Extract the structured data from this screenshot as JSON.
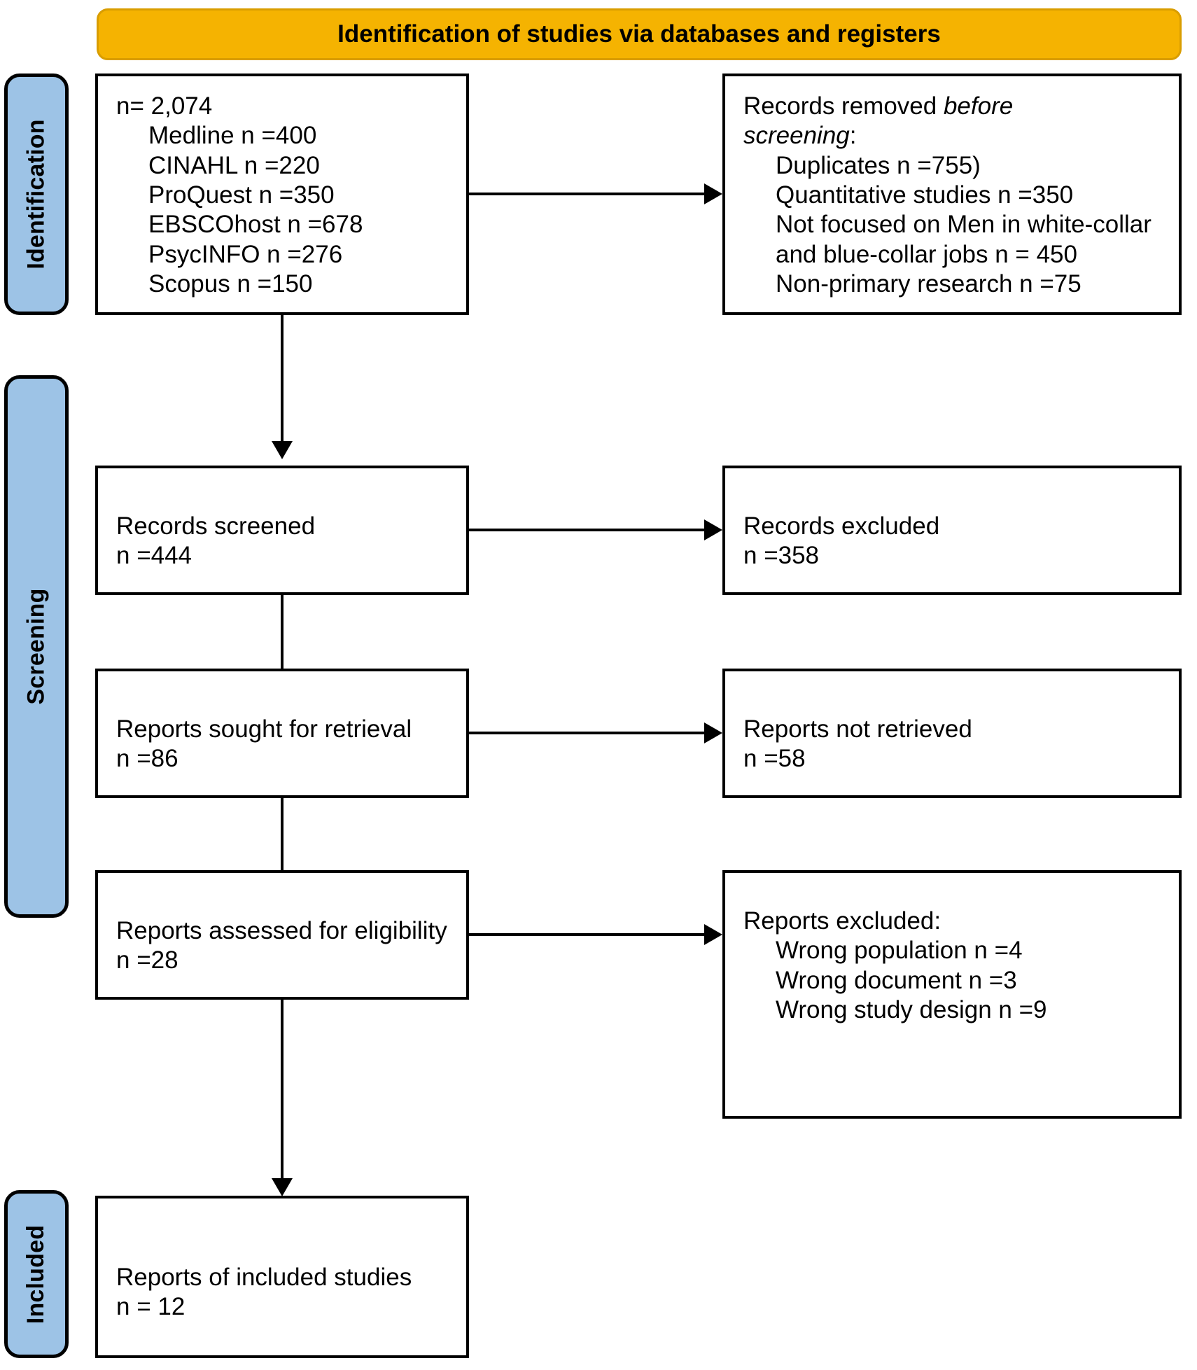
{
  "banner": {
    "title": "Identification of studies via databases and registers",
    "bg_color": "#f5b301"
  },
  "stages": [
    {
      "key": "identification",
      "label": "Identification",
      "bg_color": "#9dc3e6"
    },
    {
      "key": "screening",
      "label": "Screening",
      "bg_color": "#9dc3e6"
    },
    {
      "key": "included",
      "label": "Included",
      "bg_color": "#9dc3e6"
    }
  ],
  "boxes": {
    "records_identified": {
      "lines": [
        {
          "text": "n= 2,074",
          "indent": false
        },
        {
          "text": "Medline n =400",
          "indent": true
        },
        {
          "text": "CINAHL n =220",
          "indent": true
        },
        {
          "text": "ProQuest n =350",
          "indent": true
        },
        {
          "text": "EBSCOhost n =678",
          "indent": true
        },
        {
          "text": "PsycINFO n =276",
          "indent": true
        },
        {
          "text": "Scopus n =150",
          "indent": true
        }
      ]
    },
    "records_removed": {
      "heading_part1": "Records removed ",
      "heading_italic": "before",
      "heading_part2": "screening",
      "heading_colon": ":",
      "lines": [
        {
          "text": "Duplicates n =755)",
          "indent": true
        },
        {
          "text": "Quantitative studies n =350",
          "indent": true
        },
        {
          "text": "Not focused on Men in white-collar and blue-collar jobs n = 450",
          "indent": true
        },
        {
          "text": "Non-primary research n =75",
          "indent": true
        }
      ]
    },
    "records_screened": {
      "lines": [
        {
          "text": "Records screened",
          "indent": false
        },
        {
          "text": "n =444",
          "indent": false
        }
      ]
    },
    "records_excluded": {
      "lines": [
        {
          "text": "Records excluded",
          "indent": false
        },
        {
          "text": "n =358",
          "indent": false
        }
      ]
    },
    "reports_sought": {
      "lines": [
        {
          "text": "Reports sought for retrieval",
          "indent": false
        },
        {
          "text": "n =86",
          "indent": false
        }
      ]
    },
    "reports_not_retrieved": {
      "lines": [
        {
          "text": "Reports not retrieved",
          "indent": false
        },
        {
          "text": "n =58",
          "indent": false
        }
      ]
    },
    "reports_assessed": {
      "lines": [
        {
          "text": "Reports assessed for eligibility",
          "indent": false
        },
        {
          "text": "n =28",
          "indent": false
        }
      ]
    },
    "reports_excluded": {
      "lines": [
        {
          "text": "Reports excluded:",
          "indent": false
        },
        {
          "text": "Wrong population n =4",
          "indent": true
        },
        {
          "text": "Wrong document n =3",
          "indent": true
        },
        {
          "text": "Wrong study design n =9",
          "indent": true
        }
      ]
    },
    "reports_included": {
      "lines": [
        {
          "text": "Reports of included studies",
          "indent": false
        },
        {
          "text": "n = 12",
          "indent": false
        }
      ]
    }
  }
}
